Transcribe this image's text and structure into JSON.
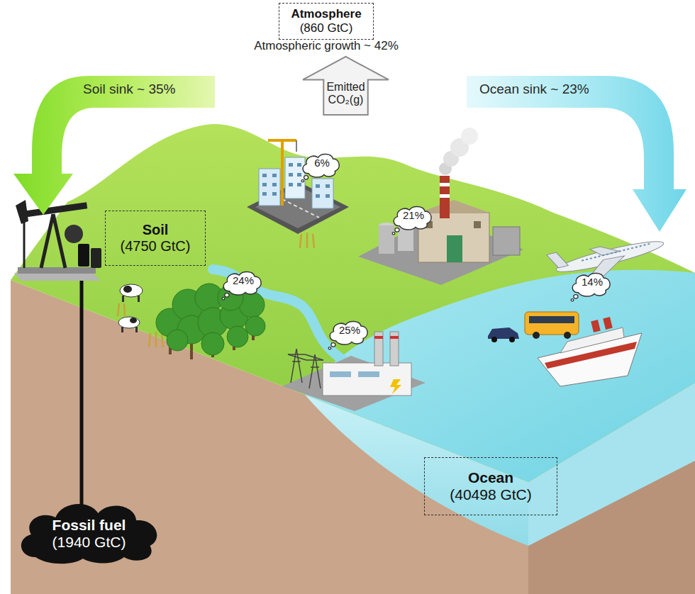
{
  "diagram": {
    "nodes": [
      {
        "text": [
          "Atmosphere",
          "(860 GtC)"
        ]
      },
      {
        "text": [
          "Soil sink ~ 35%"
        ]
      },
      {
        "text": [
          "Ocean sink ~ 23%"
        ]
      },
      {
        "text": [
          "Emitted",
          "CO₂(g)"
        ]
      },
      {
        "text": [
          "6%"
        ]
      },
      {
        "text": [
          "21%"
        ]
      },
      {
        "text": [
          "Soil",
          "(4750 GtC)"
        ]
      },
      {
        "text": [
          "24%"
        ]
      },
      {
        "text": [
          "14%"
        ]
      },
      {
        "text": [
          "25%"
        ]
      },
      {
        "text": [
          "Fossil fuel",
          "(1940 GtC)"
        ]
      },
      {
        "text": [
          "Ocean",
          "(40498 GtC)"
        ]
      }
    ],
    "labels": [
      "Atmospheric growth ~ 42%"
    ]
  }
}
